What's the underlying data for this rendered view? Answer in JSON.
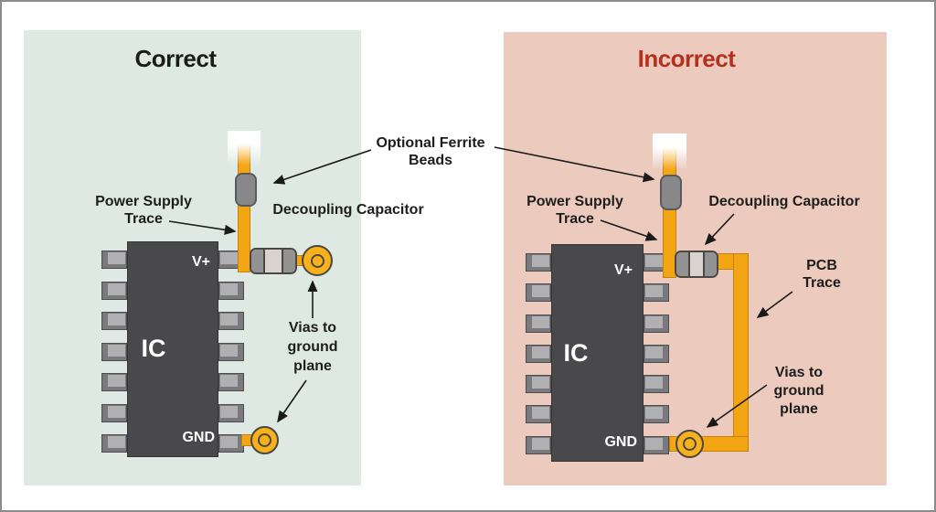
{
  "colors": {
    "correct-bg": "#dfe9e4",
    "incorrect-bg": "#eccabd",
    "correct-title": "#1b1b1b",
    "incorrect-title": "#b43120",
    "trace-fill": "#f4a513",
    "trace-border": "#c6830a",
    "via-fill": "#f6b11c",
    "component-outline": "#4c4742",
    "ic-fill": "#49494b",
    "bead-fill": "#88888a",
    "bead-border": "#595a5e",
    "cap-body": "#d8d3cf",
    "cap-end": "#929292",
    "pin-base": "#7a7a7e",
    "pin-face": "#b0b0b3",
    "label-text": "#1d1d1d"
  },
  "correct": {
    "title": "Correct",
    "ic_label": "IC",
    "vplus_label": "V+",
    "gnd_label": "GND",
    "power_supply_trace_label": "Power Supply\nTrace",
    "decoupling_capacitor_label": "Decoupling Capacitor",
    "vias_label": "Vias to\nground\nplane"
  },
  "incorrect": {
    "title": "Incorrect",
    "ic_label": "IC",
    "vplus_label": "V+",
    "gnd_label": "GND",
    "power_supply_trace_label": "Power Supply\nTrace",
    "decoupling_capacitor_label": "Decoupling Capacitor",
    "pcb_trace_label": "PCB\nTrace",
    "vias_label": "Vias to\nground\nplane"
  },
  "shared": {
    "ferrite_beads_label": "Optional Ferrite\nBeads"
  }
}
